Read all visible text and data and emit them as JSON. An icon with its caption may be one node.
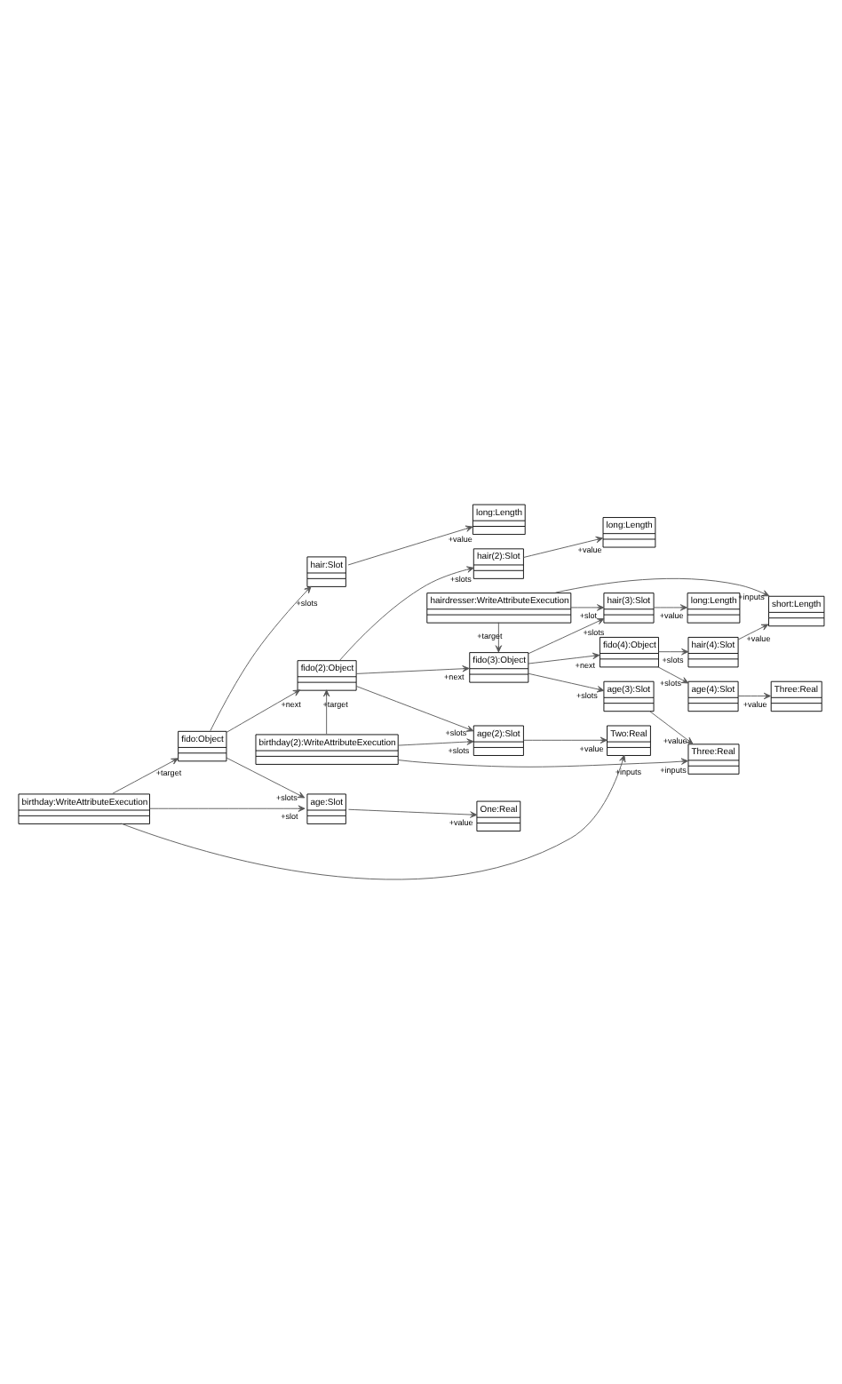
{
  "diagram": {
    "nodes": [
      {
        "text": [
          "hair:Slot"
        ]
      },
      {
        "text": [
          "long:Length"
        ]
      },
      {
        "text": [
          "fido:Object"
        ]
      },
      {
        "text": [
          "age:Slot"
        ]
      },
      {
        "text": [
          "One:Real"
        ]
      },
      {
        "text": [
          "birthday:WriteAttributeExecution"
        ]
      },
      {
        "text": [
          "hair(2):Slot"
        ]
      },
      {
        "text": [
          "long:Length"
        ]
      },
      {
        "text": [
          "fido(2):Object"
        ]
      },
      {
        "text": [
          "age(2):Slot"
        ]
      },
      {
        "text": [
          "Two:Real"
        ]
      },
      {
        "text": [
          "birthday(2):WriteAttributeExecution"
        ]
      },
      {
        "text": [
          "age(3):Slot"
        ]
      },
      {
        "text": [
          "Three:Real"
        ]
      },
      {
        "text": [
          "fido(3):Object"
        ]
      },
      {
        "text": [
          "hair(3):Slot"
        ]
      },
      {
        "text": [
          "long:Length"
        ]
      },
      {
        "text": [
          "hairdresser:WriteAttributeExecution"
        ]
      },
      {
        "text": [
          "fido(4):Object"
        ]
      },
      {
        "text": [
          "hair(4):Slot"
        ]
      },
      {
        "text": [
          "short:Length"
        ]
      },
      {
        "text": [
          "age(4):Slot"
        ]
      },
      {
        "text": [
          "Three:Real"
        ]
      }
    ],
    "edges": [
      {
        "from": 2,
        "to": 0,
        "arrow": "to",
        "label": "+slots"
      },
      {
        "from": 0,
        "to": 1,
        "arrow": "to",
        "label": "+value"
      },
      {
        "from": 2,
        "to": 3,
        "arrow": "to",
        "label": "+slots"
      },
      {
        "from": 3,
        "to": 4,
        "arrow": "to",
        "label": "+value"
      },
      {
        "from": 5,
        "to": 2,
        "arrow": "to",
        "label": "+target"
      },
      {
        "from": 5,
        "to": 3,
        "arrow": "to",
        "label": "+slot"
      },
      {
        "from": 5,
        "to": 10,
        "arrow": "to",
        "label": "+inputs"
      },
      {
        "from": 2,
        "to": 8,
        "arrow": "to",
        "label": "+next"
      },
      {
        "from": 8,
        "to": 6,
        "arrow": "to",
        "label": "+slots"
      },
      {
        "from": 6,
        "to": 7,
        "arrow": "to",
        "label": "+value"
      },
      {
        "from": 8,
        "to": 9,
        "arrow": "to",
        "label": "+slots"
      },
      {
        "from": 9,
        "to": 10,
        "arrow": "to",
        "label": "+value"
      },
      {
        "from": 11,
        "to": 8,
        "arrow": "to",
        "label": "+target"
      },
      {
        "from": 11,
        "to": 9,
        "arrow": "to",
        "label": "+slots"
      },
      {
        "from": 11,
        "to": 13,
        "arrow": "to",
        "label": "+inputs"
      },
      {
        "from": 8,
        "to": 14,
        "arrow": "to",
        "label": "+next"
      },
      {
        "from": 14,
        "to": 12,
        "arrow": "to",
        "label": "+slots"
      },
      {
        "from": 12,
        "to": 13,
        "arrow": "to",
        "label": "+value"
      },
      {
        "from": 14,
        "to": 15,
        "arrow": "to",
        "label": "+slots"
      },
      {
        "from": 15,
        "to": 16,
        "arrow": "to",
        "label": "+value"
      },
      {
        "from": 17,
        "to": 14,
        "arrow": "to",
        "label": "+target"
      },
      {
        "from": 17,
        "to": 15,
        "arrow": "to",
        "label": "+slot"
      },
      {
        "from": 17,
        "to": 20,
        "arrow": "to",
        "label": "+inputs"
      },
      {
        "from": 14,
        "to": 18,
        "arrow": "to",
        "label": "+next"
      },
      {
        "from": 18,
        "to": 19,
        "arrow": "to",
        "label": "+slots"
      },
      {
        "from": 19,
        "to": 20,
        "arrow": "to",
        "label": "+value"
      },
      {
        "from": 18,
        "to": 21,
        "arrow": "to",
        "label": "+slots"
      },
      {
        "from": 21,
        "to": 22,
        "arrow": "to",
        "label": "+value"
      }
    ]
  }
}
